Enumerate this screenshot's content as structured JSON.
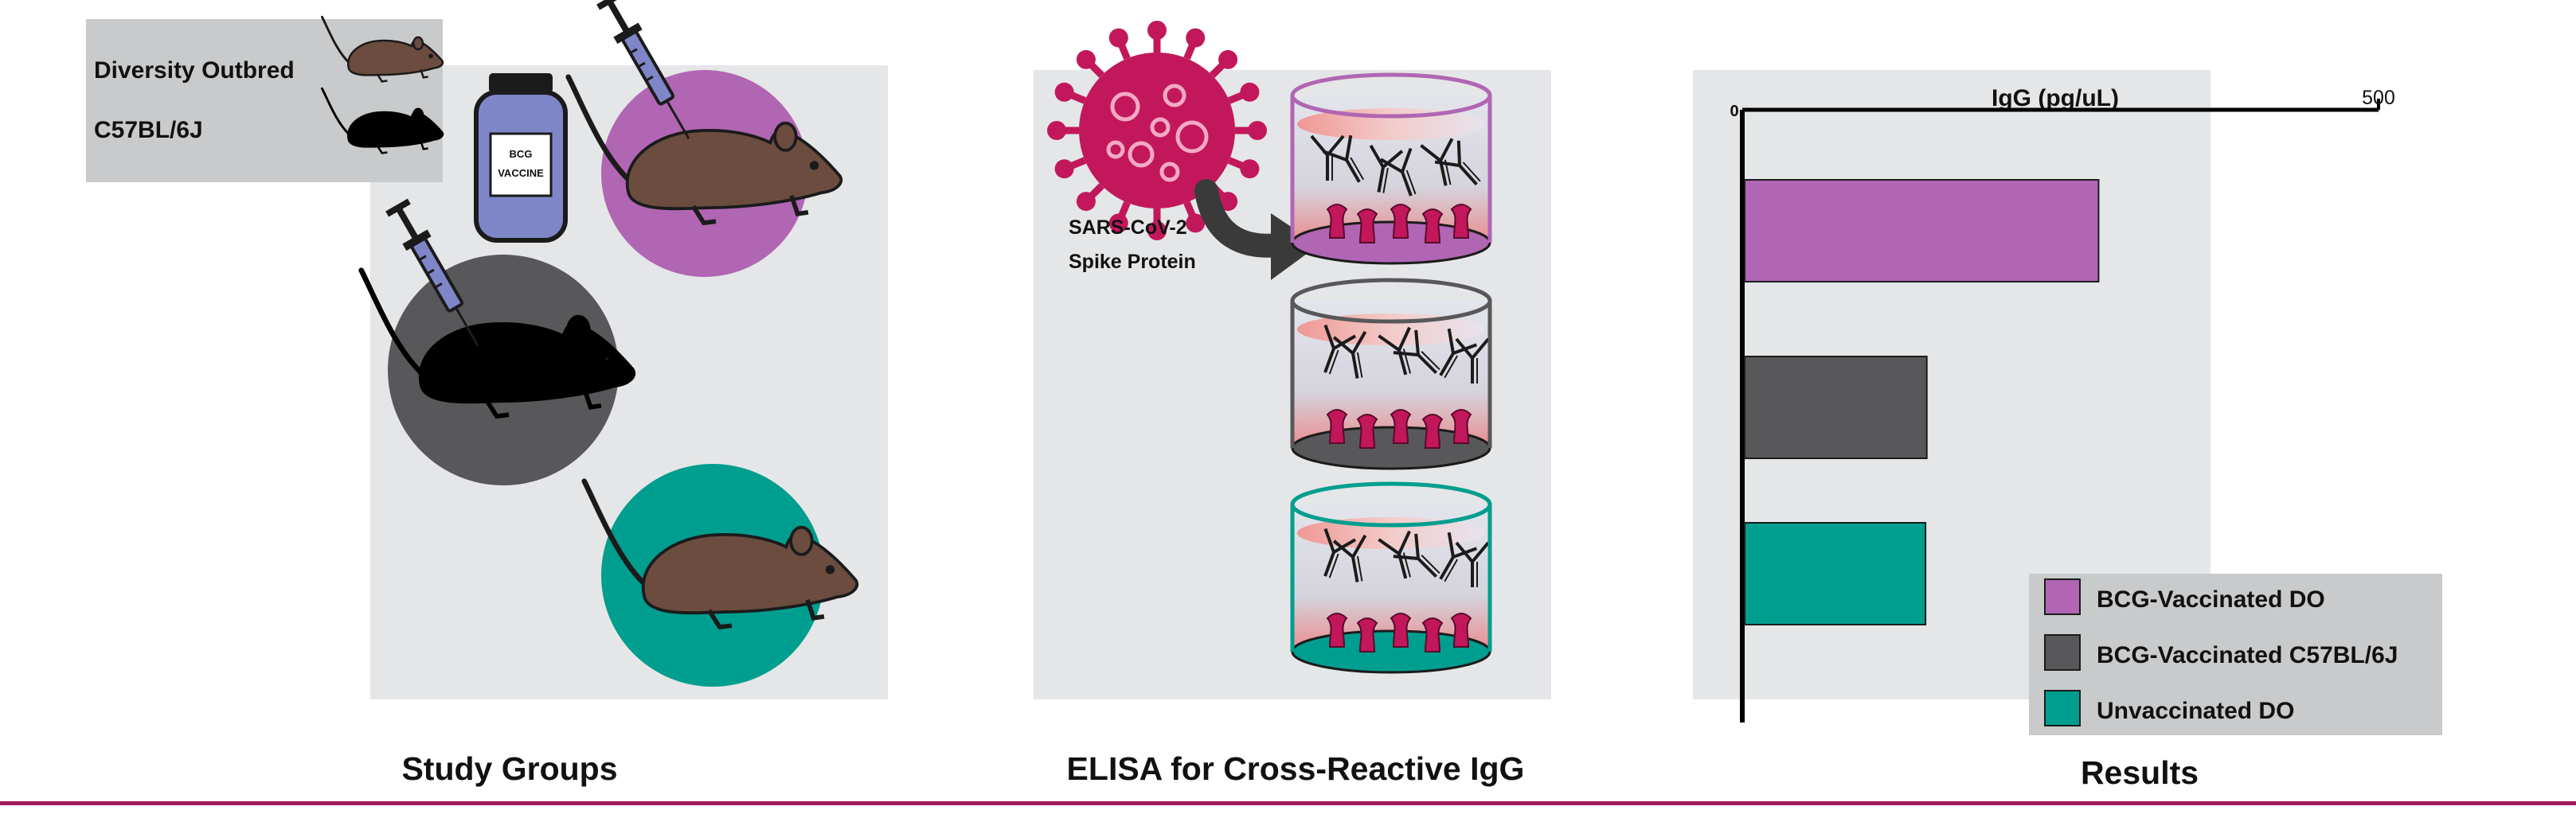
{
  "legend_top": {
    "items": [
      {
        "label": "Diversity Outbred",
        "color": "#6b4c3f"
      },
      {
        "label": "C57BL/6J",
        "color": "#000000"
      }
    ]
  },
  "vaccine_label": {
    "line1": "BCG",
    "line2": "VACCINE"
  },
  "virus_label": {
    "line1": "SARS-CoV-2",
    "line2": "Spike Protein"
  },
  "section_titles": {
    "study": "Study Groups",
    "elisa": "ELISA for Cross-Reactive IgG",
    "results": "Results"
  },
  "colors": {
    "purple": "#b066b3",
    "gray": "#58585a",
    "teal": "#009e8e",
    "panel_bg": "#e5e6e7",
    "virus": "#c2185b",
    "rule": "#a2195b",
    "vial": "#7f86c8"
  },
  "chart_data": {
    "type": "bar",
    "orientation": "horizontal",
    "title": "IgG (pg/uL)",
    "xlim": [
      0,
      500
    ],
    "x_ticks": [
      "0",
      "500"
    ],
    "categories": [
      "BCG-Vaccinated DO",
      "BCG-Vaccinated C57BL/6J",
      "Unvaccinated DO"
    ],
    "values": [
      280,
      145,
      144
    ],
    "colors": [
      "#b066b3",
      "#58585a",
      "#009e8e"
    ],
    "legend_position": "bottom-right"
  }
}
